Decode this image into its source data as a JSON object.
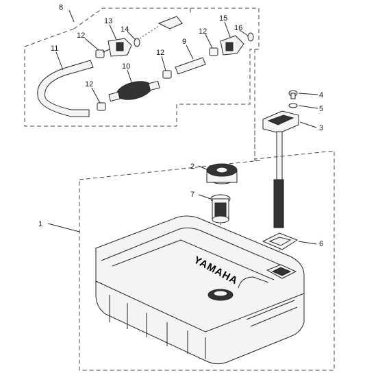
{
  "diagram": {
    "brand_text": "YAMAHA",
    "callouts": [
      "1",
      "2",
      "3",
      "4",
      "5",
      "6",
      "7",
      "8",
      "9",
      "10",
      "11",
      "12",
      "13",
      "14",
      "15",
      "16"
    ]
  },
  "colors": {
    "line": "#222222",
    "background": "#ffffff",
    "part_fill": "#f4f4f4",
    "dark_fill": "#333333"
  }
}
